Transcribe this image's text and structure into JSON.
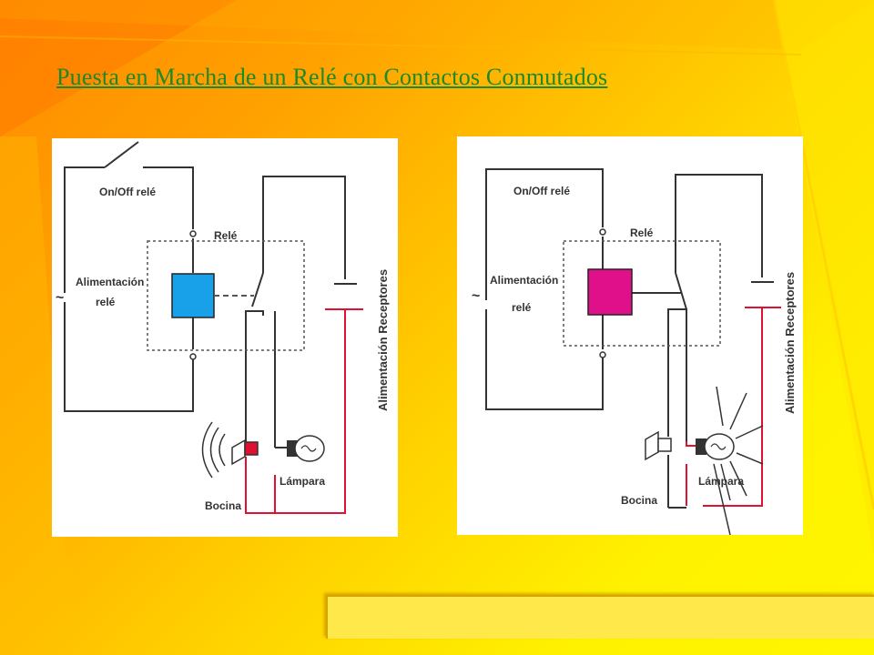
{
  "slide": {
    "title": "Puesta en Marcha de un Relé con Contactos Conmutados"
  },
  "diagram_left": {
    "switch_label": "On/Off relé",
    "relay_label": "Relé",
    "supply_label_line1": "Alimentación",
    "supply_label_line2": "relé",
    "ac_symbol": "~",
    "receivers_label": "Alimentación Receptores",
    "horn_label": "Bocina",
    "lamp_label": "Lámpara",
    "coil_color": "#18a0e8",
    "active_color": "#e01030"
  },
  "diagram_right": {
    "switch_label": "On/Off relé",
    "relay_label": "Relé",
    "supply_label_line1": "Alimentación",
    "supply_label_line2": "relé",
    "ac_symbol": "~",
    "receivers_label": "Alimentación Receptores",
    "horn_label": "Bocina",
    "lamp_label": "Lámpara",
    "coil_color": "#e0108a",
    "active_color": "#e01030"
  },
  "colors": {
    "title": "#1a8a2a",
    "wire": "#333333",
    "red_wire": "#e01030"
  }
}
